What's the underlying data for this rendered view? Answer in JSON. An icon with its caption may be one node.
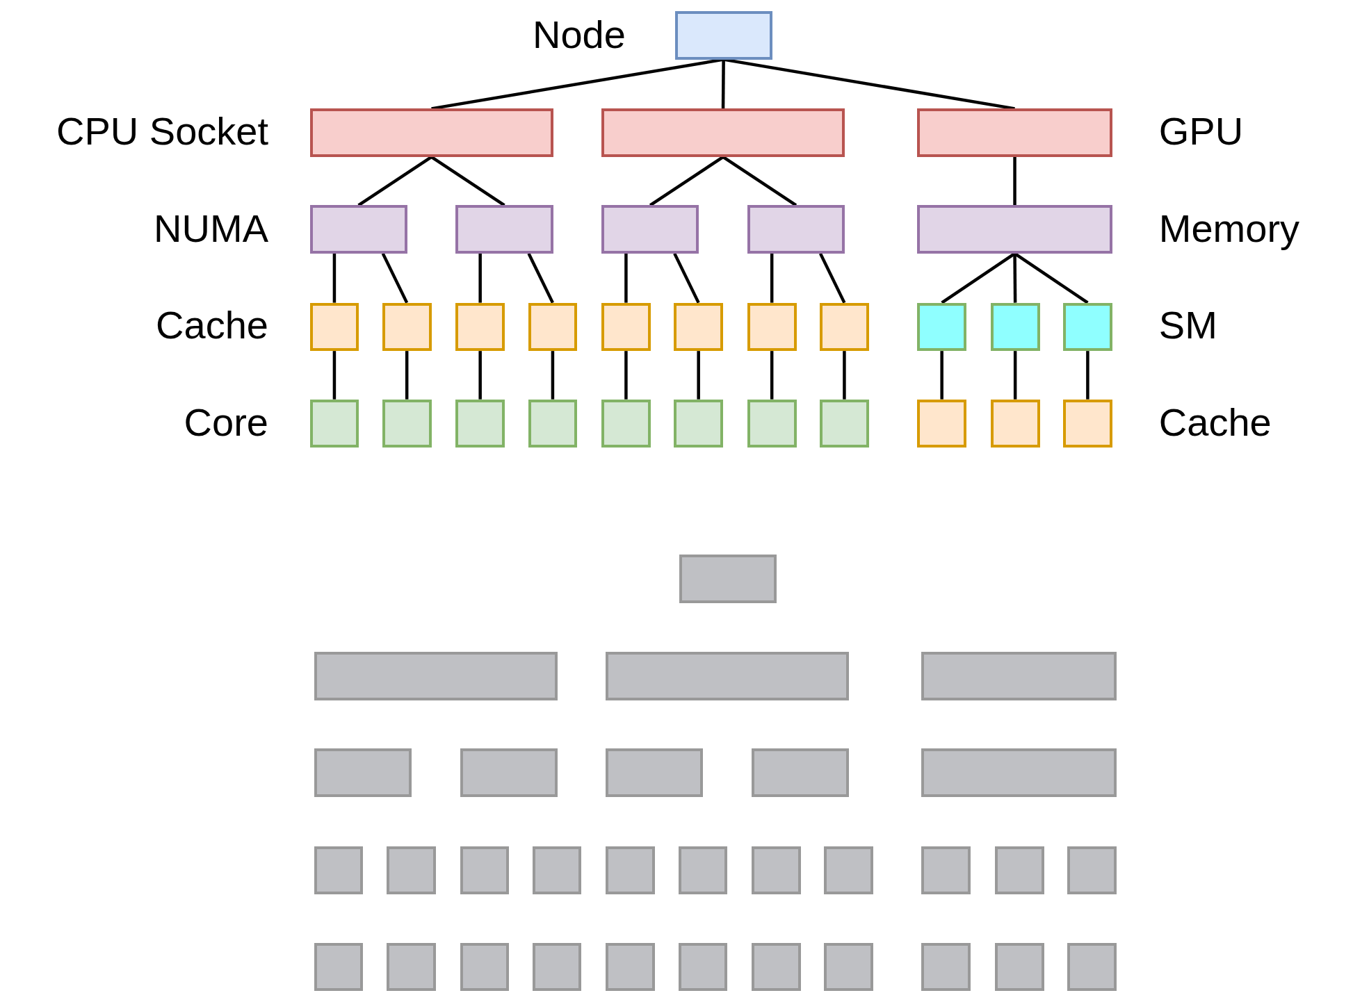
{
  "diagram": {
    "nodes": [
      {
        "text": [],
        "shape": "box"
      },
      {
        "text": [],
        "shape": "box"
      },
      {
        "text": [],
        "shape": "box"
      },
      {
        "text": [],
        "shape": "box"
      },
      {
        "text": [],
        "shape": "box"
      },
      {
        "text": [],
        "shape": "box"
      },
      {
        "text": [],
        "shape": "box"
      },
      {
        "text": [],
        "shape": "box"
      },
      {
        "text": [],
        "shape": "box"
      },
      {
        "text": [],
        "shape": "box"
      },
      {
        "text": [],
        "shape": "box"
      },
      {
        "text": [],
        "shape": "box"
      },
      {
        "text": [],
        "shape": "box"
      },
      {
        "text": [],
        "shape": "box"
      },
      {
        "text": [],
        "shape": "box"
      },
      {
        "text": [],
        "shape": "box"
      },
      {
        "text": [],
        "shape": "box"
      },
      {
        "text": [],
        "shape": "box"
      },
      {
        "text": [],
        "shape": "box"
      },
      {
        "text": [],
        "shape": "box"
      },
      {
        "text": [],
        "shape": "box"
      },
      {
        "text": [],
        "shape": "box"
      },
      {
        "text": [],
        "shape": "box"
      },
      {
        "text": [],
        "shape": "box"
      },
      {
        "text": [],
        "shape": "box"
      },
      {
        "text": [],
        "shape": "box"
      },
      {
        "text": [],
        "shape": "box"
      },
      {
        "text": [],
        "shape": "box"
      },
      {
        "text": [],
        "shape": "box"
      },
      {
        "text": [],
        "shape": "box"
      },
      {
        "text": [],
        "shape": "box"
      },
      {
        "text": [],
        "shape": "box"
      },
      {
        "text": [],
        "shape": "box"
      },
      {
        "text": [],
        "shape": "box"
      },
      {
        "text": [],
        "shape": "box"
      },
      {
        "text": [],
        "shape": "box"
      },
      {
        "text": [],
        "shape": "box"
      },
      {
        "text": [],
        "shape": "box"
      },
      {
        "text": [],
        "shape": "box"
      },
      {
        "text": [],
        "shape": "box"
      },
      {
        "text": [],
        "shape": "box"
      },
      {
        "text": [],
        "shape": "box"
      },
      {
        "text": [],
        "shape": "box"
      },
      {
        "text": [],
        "shape": "box"
      },
      {
        "text": [],
        "shape": "box"
      },
      {
        "text": [],
        "shape": "box"
      },
      {
        "text": [],
        "shape": "box"
      },
      {
        "text": [],
        "shape": "box"
      },
      {
        "text": [],
        "shape": "box"
      },
      {
        "text": [],
        "shape": "box"
      },
      {
        "text": [],
        "shape": "box"
      },
      {
        "text": [],
        "shape": "box"
      },
      {
        "text": [],
        "shape": "box"
      },
      {
        "text": [],
        "shape": "box"
      },
      {
        "text": [],
        "shape": "box"
      },
      {
        "text": [],
        "shape": "box"
      },
      {
        "text": [],
        "shape": "box"
      },
      {
        "text": [],
        "shape": "box"
      },
      {
        "text": [],
        "shape": "box"
      },
      {
        "text": [],
        "shape": "box"
      },
      {
        "text": [],
        "shape": "box"
      },
      {
        "text": [],
        "shape": "box"
      }
    ],
    "edges": [
      {
        "from": 0,
        "to": 1,
        "arrow": "none"
      },
      {
        "from": 0,
        "to": 2,
        "arrow": "none"
      },
      {
        "from": 0,
        "to": 3,
        "arrow": "none"
      },
      {
        "from": 1,
        "to": 4,
        "arrow": "none"
      },
      {
        "from": 1,
        "to": 5,
        "arrow": "none"
      },
      {
        "from": 2,
        "to": 6,
        "arrow": "none"
      },
      {
        "from": 2,
        "to": 7,
        "arrow": "none"
      },
      {
        "from": 3,
        "to": 8,
        "arrow": "none"
      },
      {
        "from": 4,
        "to": 9,
        "arrow": "none"
      },
      {
        "from": 4,
        "to": 10,
        "arrow": "none"
      },
      {
        "from": 5,
        "to": 11,
        "arrow": "none"
      },
      {
        "from": 5,
        "to": 12,
        "arrow": "none"
      },
      {
        "from": 6,
        "to": 13,
        "arrow": "none"
      },
      {
        "from": 6,
        "to": 14,
        "arrow": "none"
      },
      {
        "from": 7,
        "to": 15,
        "arrow": "none"
      },
      {
        "from": 7,
        "to": 16,
        "arrow": "none"
      },
      {
        "from": 8,
        "to": 17,
        "arrow": "none"
      },
      {
        "from": 8,
        "to": 18,
        "arrow": "none"
      },
      {
        "from": 8,
        "to": 19,
        "arrow": "none"
      },
      {
        "from": 9,
        "to": 20,
        "arrow": "none"
      },
      {
        "from": 10,
        "to": 21,
        "arrow": "none"
      },
      {
        "from": 11,
        "to": 22,
        "arrow": "none"
      },
      {
        "from": 12,
        "to": 23,
        "arrow": "none"
      },
      {
        "from": 13,
        "to": 24,
        "arrow": "none"
      },
      {
        "from": 14,
        "to": 25,
        "arrow": "none"
      },
      {
        "from": 15,
        "to": 26,
        "arrow": "none"
      },
      {
        "from": 16,
        "to": 27,
        "arrow": "none"
      },
      {
        "from": 17,
        "to": 28,
        "arrow": "none"
      },
      {
        "from": 18,
        "to": 29,
        "arrow": "none"
      },
      {
        "from": 19,
        "to": 30,
        "arrow": "none"
      }
    ],
    "labels": [
      "Node",
      "CPU Socket",
      "GPU",
      "NUMA",
      "Memory",
      "Cache",
      "SM",
      "Core",
      "Cache"
    ]
  }
}
